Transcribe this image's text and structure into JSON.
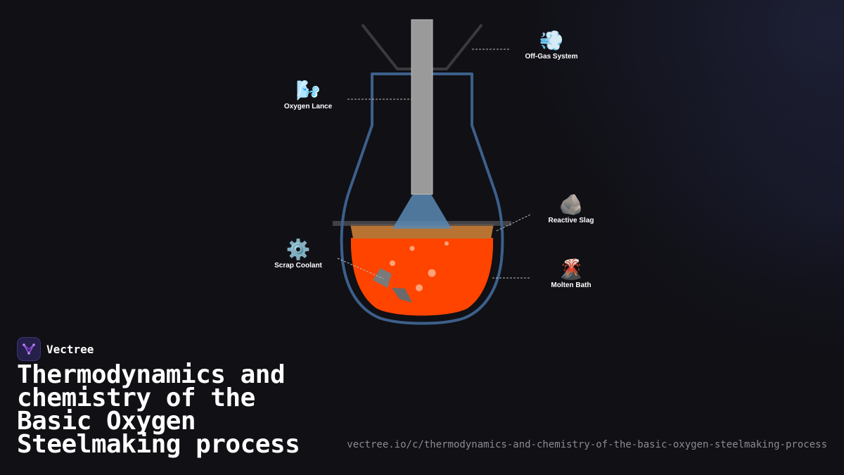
{
  "brand": {
    "name": "Vectree",
    "logo_icon": "vectree-logo-icon",
    "accent": "#a855f7"
  },
  "title": "Thermodynamics and chemistry of the Basic Oxygen Steelmaking process",
  "url": "vectree.io/c/thermodynamics-and-chemistry-of-the-basic-oxygen-steelmaking-process",
  "diagram": {
    "labels": {
      "off_gas": {
        "text": "Off-Gas System",
        "glyph": "💨",
        "icon": "dash-wind-icon"
      },
      "oxygen_lance": {
        "text": "Oxygen Lance",
        "glyph": "🌬️",
        "icon": "wind-face-icon"
      },
      "reactive_slag": {
        "text": "Reactive Slag",
        "glyph": "🪨",
        "icon": "rock-icon"
      },
      "scrap_coolant": {
        "text": "Scrap Coolant",
        "glyph": "⚙️",
        "icon": "gear-icon"
      },
      "molten_bath": {
        "text": "Molten Bath",
        "glyph": "🌋",
        "icon": "volcano-icon"
      }
    },
    "colors": {
      "vessel": "#3d5f8a",
      "lance": "#9a9a9a",
      "oxygen_jet": "#5a8ab4",
      "slag": "#b87333",
      "molten_metal": "#ff4400",
      "bubbles": "#ffa27a",
      "scrap": "#7a7a7a",
      "hood": "#3a3a3e"
    }
  }
}
